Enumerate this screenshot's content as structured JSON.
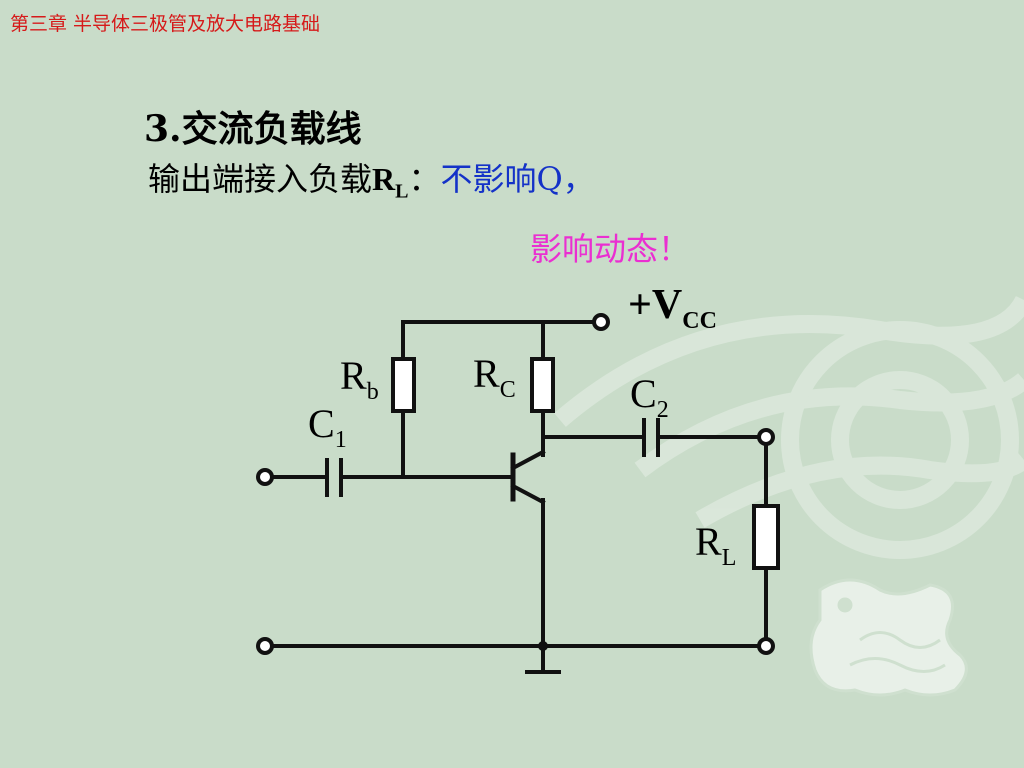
{
  "header": {
    "chapter": "第三章  半导体三极管及放大电路基础"
  },
  "content": {
    "heading": "3.交流负载线",
    "line1_prefix": "输出端接入负载",
    "rl_main": "R",
    "rl_sub": "L",
    "line1_colon": "：",
    "line1_blue": "不影响Q，",
    "line2_pink": "影响动态！"
  },
  "circuit": {
    "vcc_label": "+V",
    "vcc_sub": "CC",
    "rb_label": "R",
    "rb_sub": "b",
    "rc_label": "R",
    "rc_sub": "C",
    "c1_label": "C",
    "c1_sub": "1",
    "c2_label": "C",
    "c2_sub": "2",
    "rl_label": "R",
    "rl_sub": "L"
  },
  "colors": {
    "background": "#c9dcc9",
    "chapter_text": "#d61a1a",
    "blue_text": "#1432c8",
    "pink_text": "#ea2fd1",
    "decoration": "#e4eee4"
  },
  "icons": [
    "dragon-decoration-icon"
  ]
}
